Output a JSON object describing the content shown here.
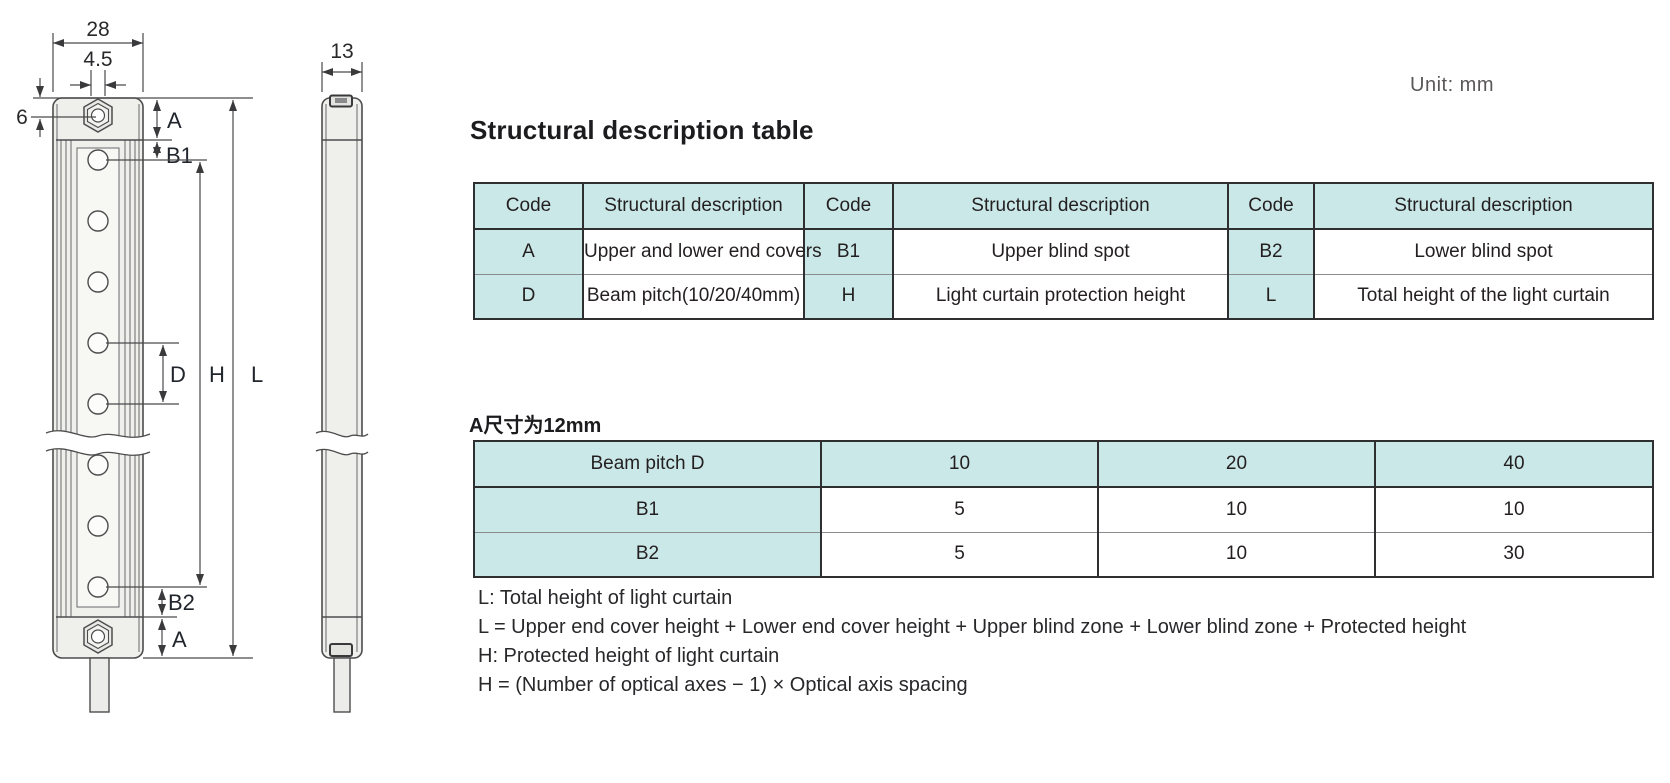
{
  "unit_label": "Unit: mm",
  "section1": {
    "title": "Structural description table",
    "table": {
      "headers": [
        "Code",
        "Structural description",
        "Code",
        "Structural description",
        "Code",
        "Structural description"
      ],
      "rows": [
        [
          "A",
          "Upper and lower end covers",
          "B1",
          "Upper blind spot",
          "B2",
          "Lower blind spot"
        ],
        [
          "D",
          "Beam pitch(10/20/40mm)",
          "H",
          "Light curtain protection height",
          "L",
          "Total height of the light curtain"
        ]
      ]
    }
  },
  "section2": {
    "title": "A尺寸为12mm",
    "table": {
      "headers": [
        "Beam pitch D",
        "10",
        "20",
        "40"
      ],
      "rows": [
        [
          "B1",
          "5",
          "10",
          "10"
        ],
        [
          "B2",
          "5",
          "10",
          "30"
        ]
      ]
    }
  },
  "notes": [
    "L: Total height of light curtain",
    "L = Upper end cover height + Lower end cover height + Upper blind zone + Lower blind zone + Protected height",
    "H: Protected height of light curtain",
    "H = (Number of optical axes − 1) × Optical axis spacing"
  ],
  "diagram": {
    "front_width": "28",
    "slot_width": "4.5",
    "top_offset": "6",
    "side_width": "13",
    "label_a_top": "A",
    "label_b1": "B1",
    "label_d": "D",
    "label_h": "H",
    "label_l": "L",
    "label_b2": "B2",
    "label_a_bottom": "A"
  },
  "colors": {
    "table_header_bg": "#cbe8e8",
    "table_border": "#2f2f31",
    "text": "#231f20",
    "unit_text": "#5a5757",
    "drawing_fill": "#efefec",
    "drawing_line": "#4d4d4e"
  }
}
